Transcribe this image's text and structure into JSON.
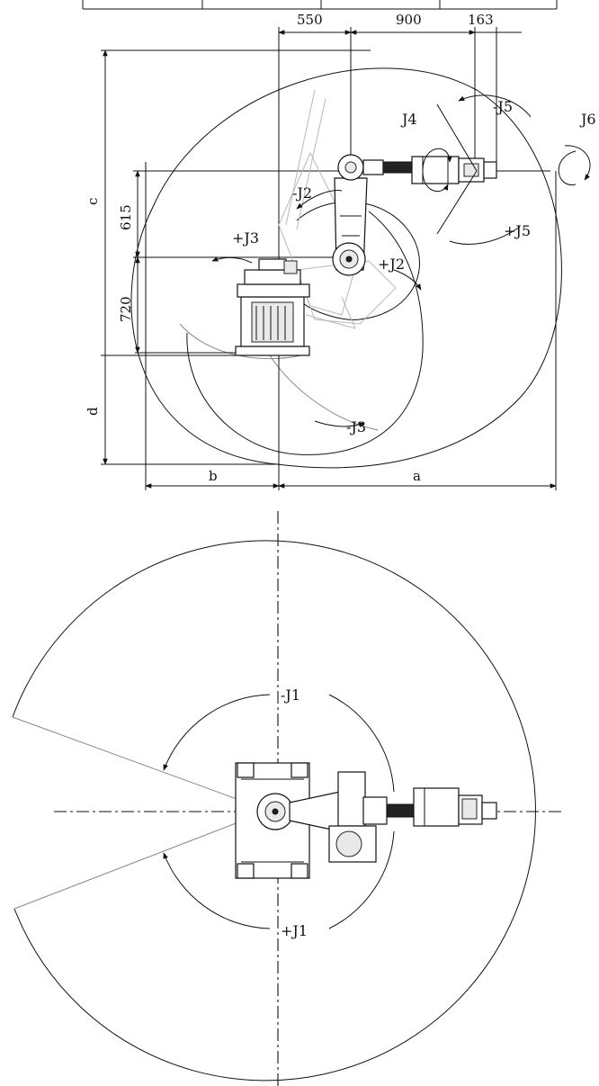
{
  "side_view": {
    "top_dims": [
      "550",
      "900",
      "163"
    ],
    "vertical_dims": [
      "c",
      "615",
      "720",
      "d"
    ],
    "bottom_dims": [
      "b",
      "a"
    ],
    "joint_labels": {
      "j4": "J4",
      "j5_minus": "-J5",
      "j6": "J6",
      "j5_plus": "+J5",
      "j2_minus": "-J2",
      "j3_plus": "+J3",
      "j2_plus": "+J2",
      "j3_minus": "-J3"
    }
  },
  "top_view": {
    "joint_labels": {
      "j1_minus": "-J1",
      "j1_plus": "+J1"
    }
  }
}
